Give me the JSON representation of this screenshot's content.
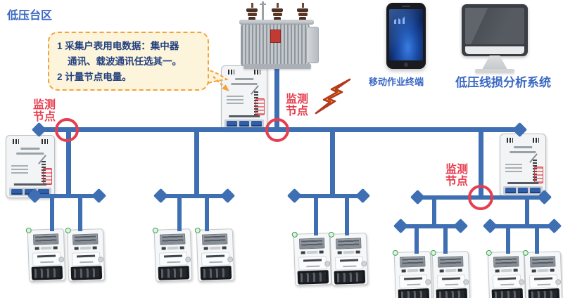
{
  "title": "低压台区",
  "callout": {
    "line1": "1 采集户表用电数据：集中器",
    "line2": "通讯、载波通讯任选其一。",
    "line3": "2 计量节点电量。"
  },
  "labels": {
    "mobile_terminal": "移动作业终端",
    "analysis_system": "低压线损分析系统"
  },
  "monitor_node": {
    "line1": "监测",
    "line2": "节点"
  },
  "colors": {
    "bus_blue": "#3E6FB3",
    "node_red": "#E63E50",
    "label_blue": "#3A68C4",
    "callout_border": "#F2A33C",
    "callout_bg": "#FDF4DC",
    "callout_text": "#22407E",
    "lightning_fill": "#FFC52E",
    "lightning_stroke": "#B23A1E"
  },
  "icons": {
    "transformer": "distribution-transformer",
    "smartphone": "mobile-work-terminal",
    "monitor": "analysis-system-computer",
    "concentrator": "data-concentrator-unit",
    "meter": "single-phase-energy-meter",
    "lightning": "wireless-link-bolt",
    "node_circle": "monitor-node-marker",
    "line_arrow": "bus-end-diamond-arrow"
  }
}
